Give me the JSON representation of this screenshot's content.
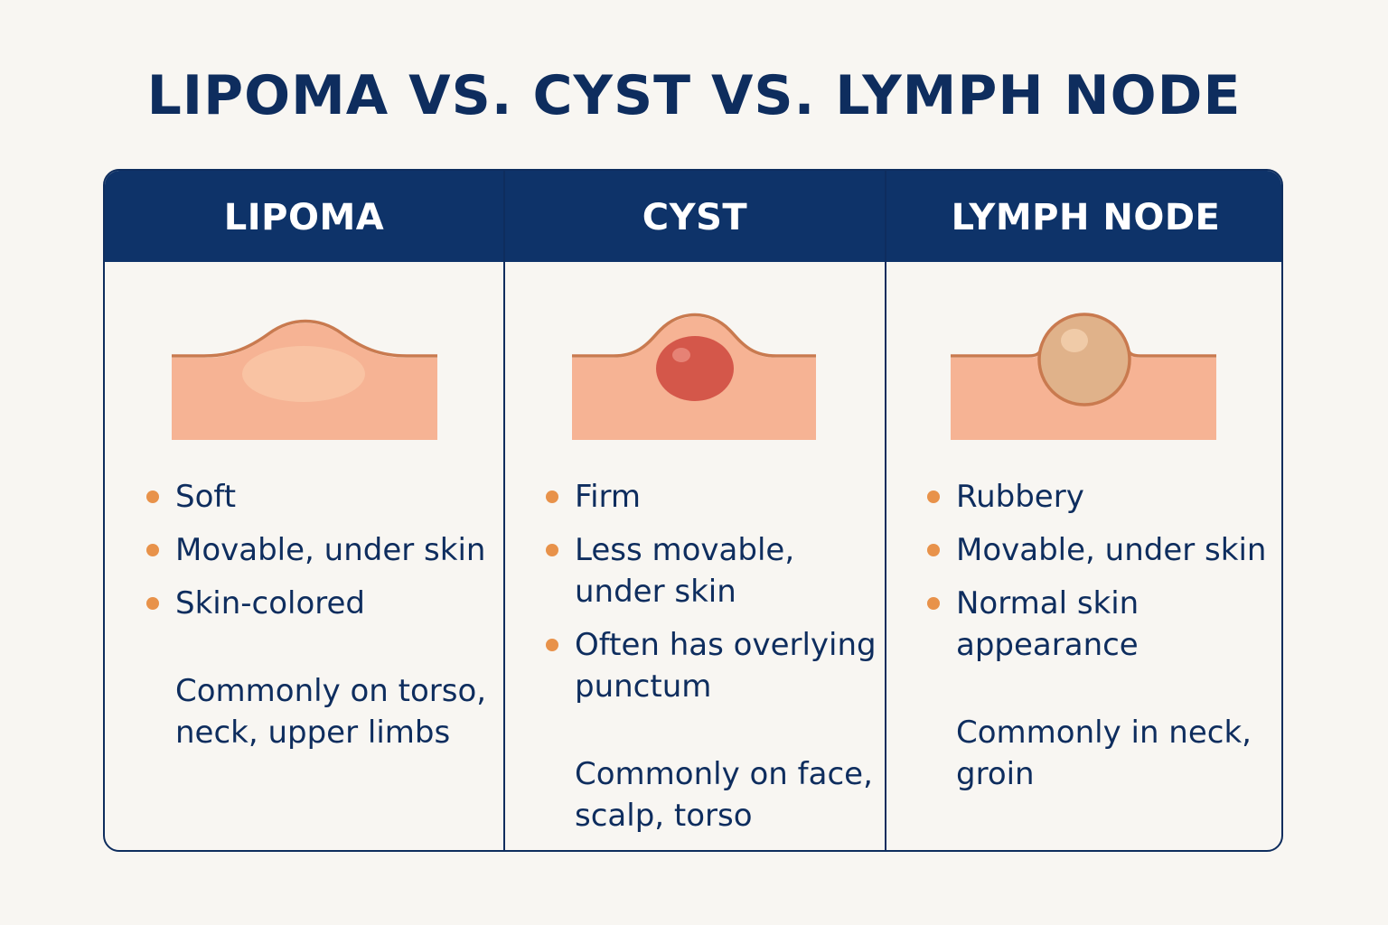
{
  "title": "LIPOMA VS. CYST VS. LYMPH NODE",
  "colors": {
    "navy": "#0e3369",
    "background": "#f8f6f2",
    "bullet": "#e8924a",
    "skin": "#f6b394",
    "skin_outline": "#c97a4f",
    "cyst": "#d4574a",
    "lymph_node": "#e0b28a"
  },
  "columns": [
    {
      "header": "LIPOMA",
      "icon": "lipoma-skin-diagram",
      "traits": [
        "Soft",
        "Movable, under skin",
        "Skin-colored"
      ],
      "common": "Commonly on torso, neck, upper limbs"
    },
    {
      "header": "CYST",
      "icon": "cyst-skin-diagram",
      "traits": [
        "Firm",
        "Less movable, under skin",
        "Often has overlying punctum"
      ],
      "common": "Commonly on face, scalp, torso"
    },
    {
      "header": "LYMPH NODE",
      "icon": "lymph-node-skin-diagram",
      "traits": [
        "Rubbery",
        "Movable, under skin",
        "Normal skin appearance"
      ],
      "common": "Commonly in neck, groin"
    }
  ]
}
